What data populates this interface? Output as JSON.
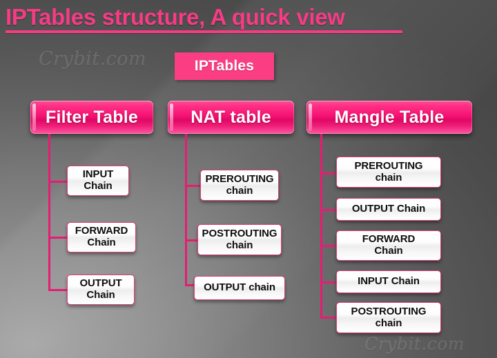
{
  "slide": {
    "title": "IPTables structure, A quick view",
    "watermark_top": "Crybit.com",
    "watermark_bottom": "Crybit.com",
    "accent_pink": "#fb3d84",
    "connector_pink": "#e51d72",
    "background": "#7a7a7a"
  },
  "root": {
    "label": "IPTables"
  },
  "tables": [
    {
      "id": "filter",
      "label": "Filter Table",
      "chains": [
        {
          "label": "INPUT\nChain"
        },
        {
          "label": "FORWARD\nChain"
        },
        {
          "label": "OUTPUT\nChain"
        }
      ]
    },
    {
      "id": "nat",
      "label": "NAT table",
      "chains": [
        {
          "label": "PREROUTING\nchain"
        },
        {
          "label": "POSTROUTING\nchain"
        },
        {
          "label": "OUTPUT chain"
        }
      ]
    },
    {
      "id": "mangle",
      "label": "Mangle Table",
      "chains": [
        {
          "label": "PREROUTING\nchain"
        },
        {
          "label": "OUTPUT Chain"
        },
        {
          "label": "FORWARD\nChain"
        },
        {
          "label": "INPUT Chain"
        },
        {
          "label": "POSTROUTING\nchain"
        }
      ]
    }
  ]
}
